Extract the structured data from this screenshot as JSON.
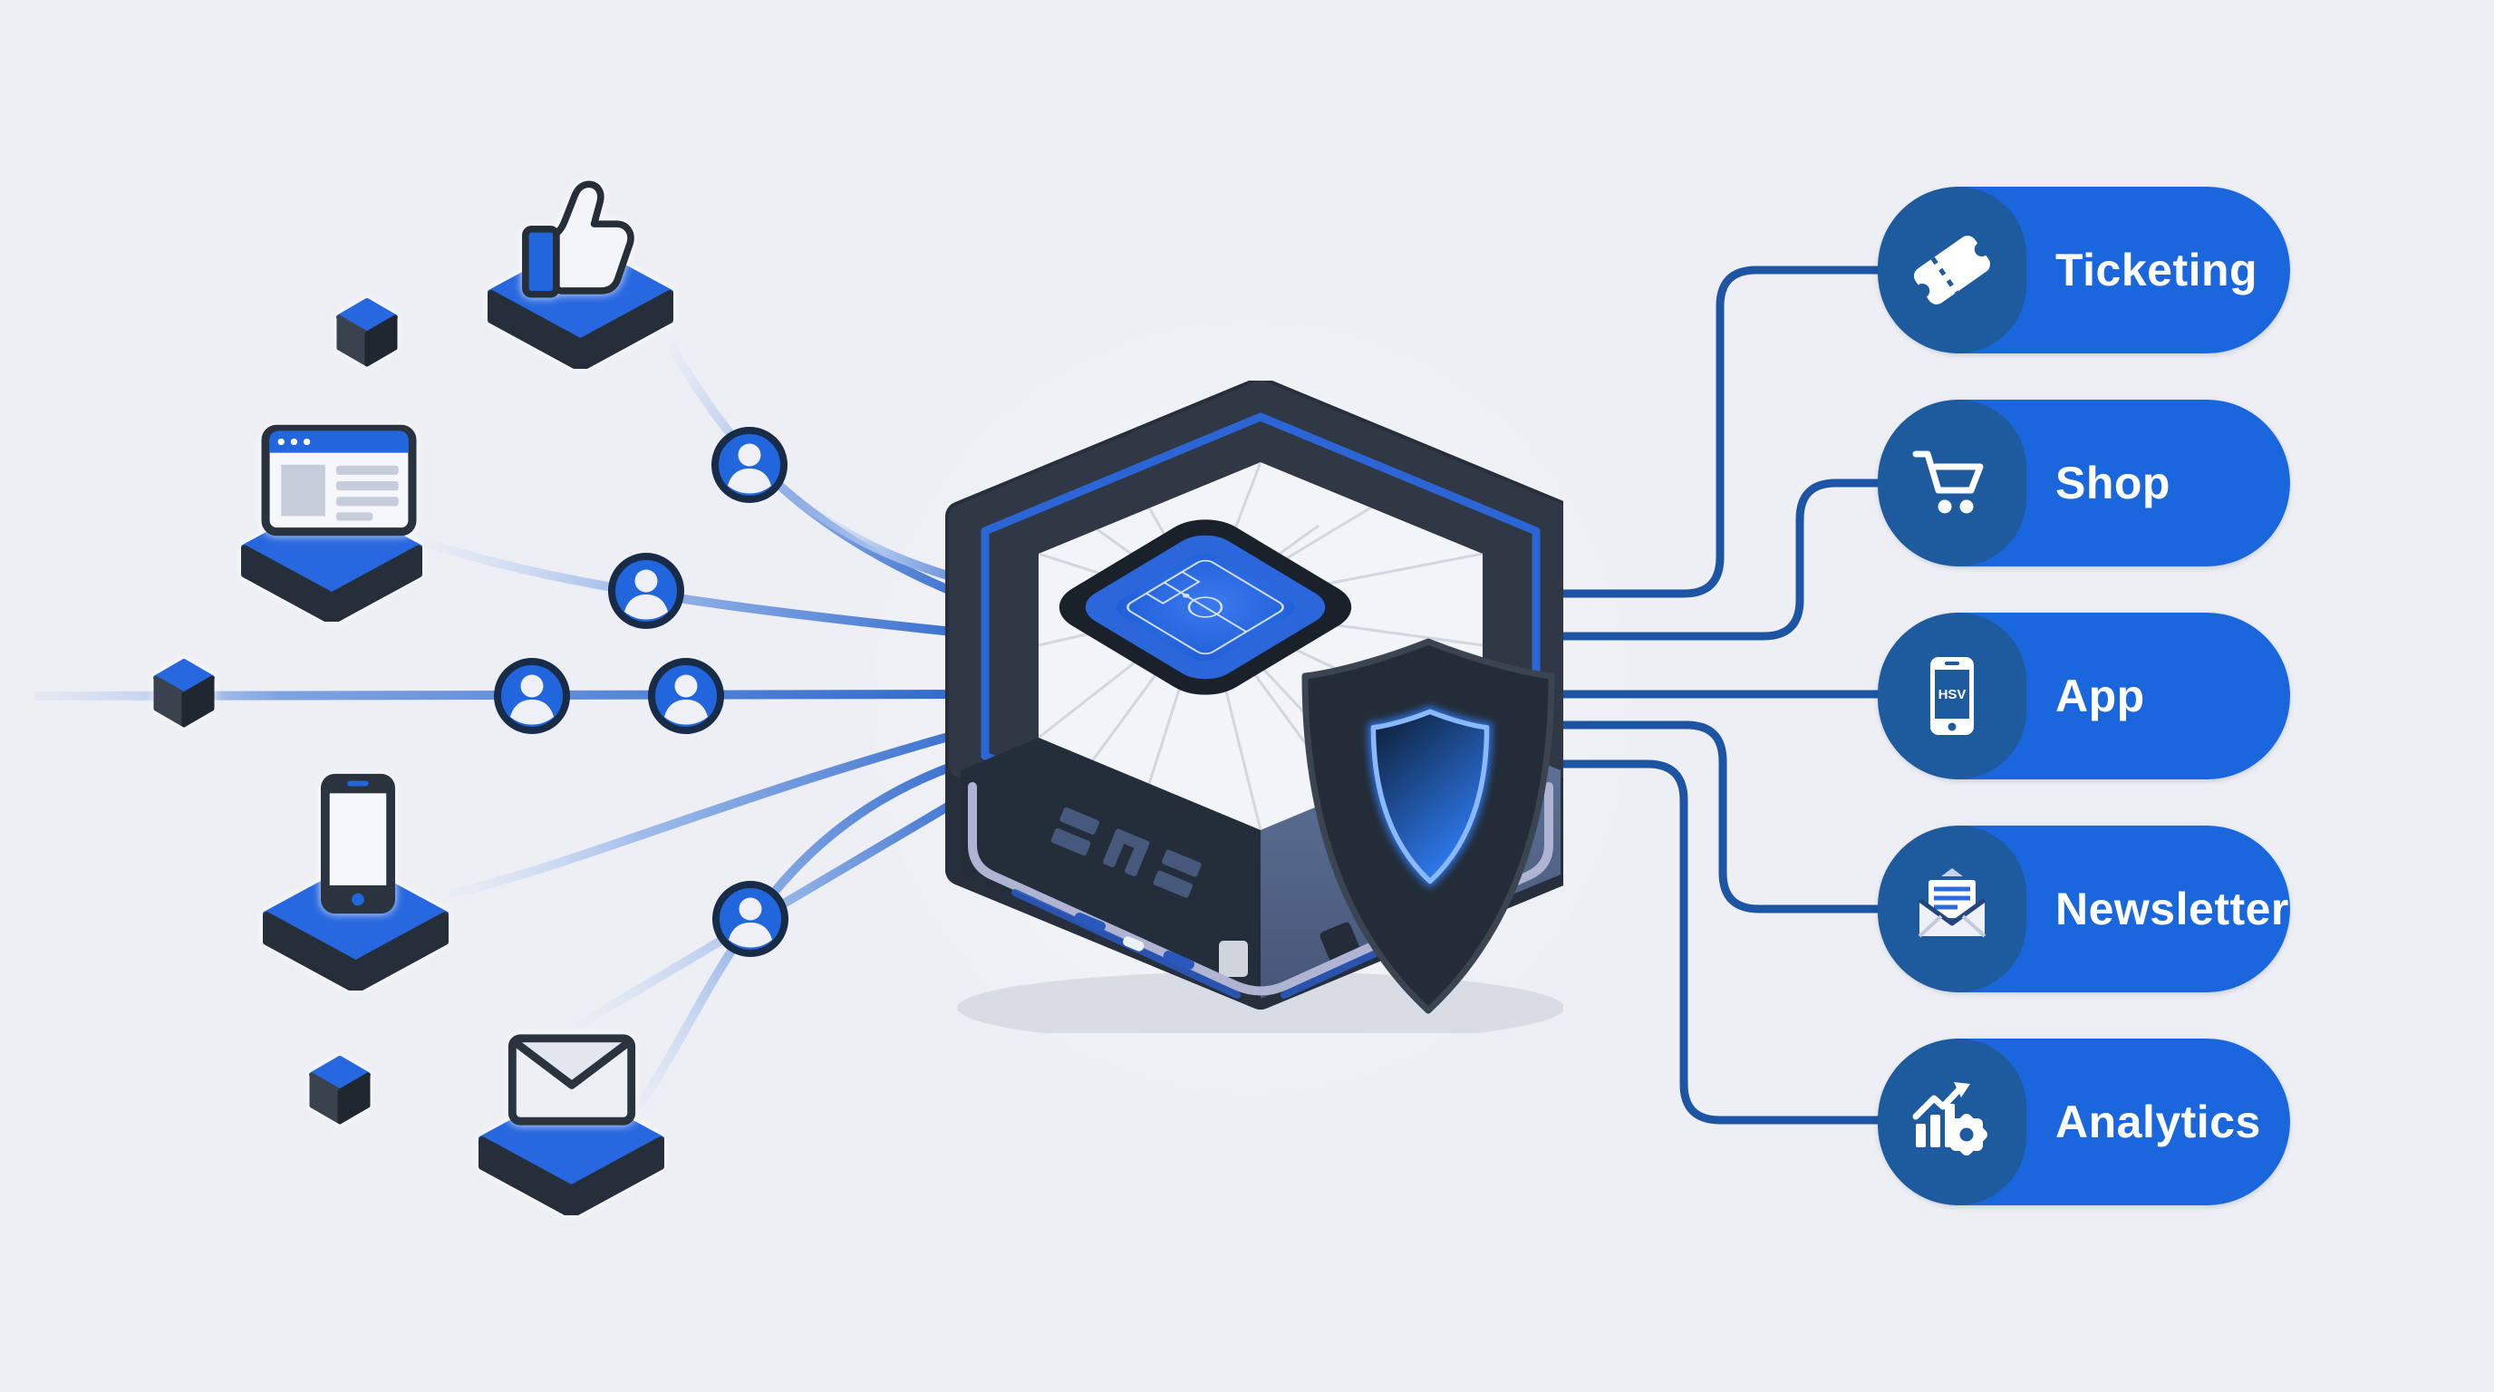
{
  "palette": {
    "background": "#edeff4",
    "pill_blue": "#1a66dd",
    "pill_icon_navy": "#1d5a9e",
    "connector_navy": "#1d55a4",
    "flow_line_blue": "#2e68cc",
    "platform_blue": "#2767df",
    "platform_dark": "#262e3a",
    "stadium_dark": "#262f3b",
    "stadium_roof_white": "#f3f4f7",
    "pitch_blue": "#2166e4",
    "accent_lavender": "#aeb4d2",
    "shield_glow_blue": "#3f86f8"
  },
  "hub": {
    "id": "stadium-data-hub",
    "icons": [
      "stadium-icon",
      "security-shield-icon"
    ]
  },
  "sources": [
    {
      "id": "social-like",
      "icon": "thumbs-up-icon"
    },
    {
      "id": "website",
      "icon": "browser-window-icon"
    },
    {
      "id": "mobile-phone",
      "icon": "smartphone-icon"
    },
    {
      "id": "email",
      "icon": "envelope-icon"
    },
    {
      "id": "data-cube-1",
      "icon": "cube-icon"
    },
    {
      "id": "data-cube-2",
      "icon": "cube-icon"
    },
    {
      "id": "data-cube-3",
      "icon": "cube-icon"
    },
    {
      "id": "fan-1",
      "icon": "user-avatar-icon"
    },
    {
      "id": "fan-2",
      "icon": "user-avatar-icon"
    },
    {
      "id": "fan-3",
      "icon": "user-avatar-icon"
    },
    {
      "id": "fan-4",
      "icon": "user-avatar-icon"
    },
    {
      "id": "fan-5",
      "icon": "user-avatar-icon"
    }
  ],
  "channels": [
    {
      "label": "Ticketing",
      "icon": "ticket-icon"
    },
    {
      "label": "Shop",
      "icon": "shopping-cart-icon"
    },
    {
      "label": "App",
      "icon": "smartphone-icon",
      "screen_text": "HSV"
    },
    {
      "label": "Newsletter",
      "icon": "newsletter-envelope-icon"
    },
    {
      "label": "Analytics",
      "icon": "analytics-chart-gear-icon"
    }
  ]
}
